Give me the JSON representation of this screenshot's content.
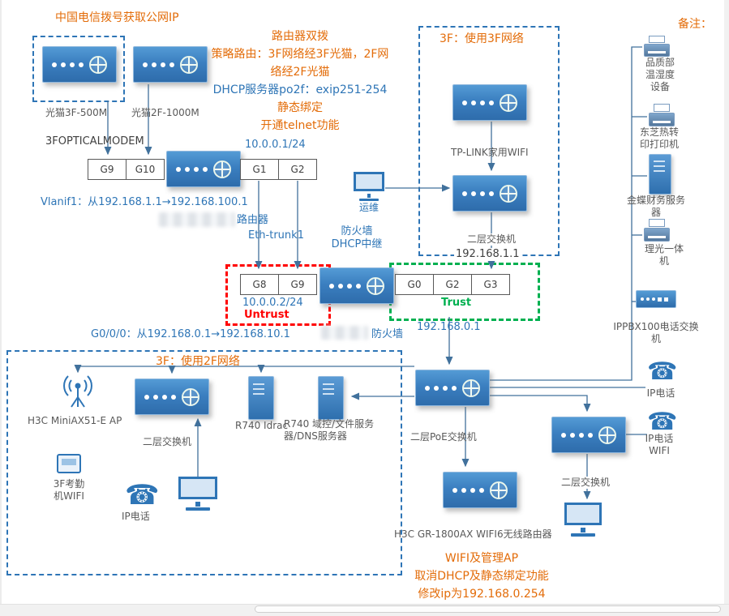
{
  "header": {
    "isp_note": "中国电信拨号获取公网IP",
    "remark": "备注："
  },
  "notes": {
    "router_notes": [
      "路由器双拨",
      "策略路由：3F网络经3F光猫，2F网络经2F光猫",
      "DHCP服务器po2f：exip251-254",
      "静态绑定",
      "开通telnet功能"
    ],
    "bottom_notes": [
      "WIFI及管理AP",
      "取消DHCP及静态绑定功能",
      "修改ip为192.168.0.254"
    ]
  },
  "modems": {
    "modem_3f": "光猫3F-500M",
    "modem_2f": "光猫2F-1000M",
    "optical": "3FOPTICALMODEM"
  },
  "router": {
    "wan_ip": "10.0.0.1/24",
    "vlanif_note": "Vlanif1：从192.168.1.1→192.168.100.1",
    "name": "路由器",
    "eth_trunk": "Eth-trunk1",
    "ports_left": [
      "G9",
      "G10"
    ],
    "ports_right": [
      "G1",
      "G2"
    ]
  },
  "firewall": {
    "note": "防火墙 DHCP中继",
    "untrust_ports": [
      "G8",
      "G9"
    ],
    "trust_ports": [
      "G0",
      "G2",
      "G3"
    ],
    "untrust_ip": "10.0.0.2/24",
    "untrust_label": "Untrust",
    "trust_label": "Trust",
    "trust_ip": "192.168.1.1",
    "g000_note": "G0/0/0：从192.168.0.1→192.168.10.1",
    "name": "防火墙",
    "lan_ip": "192.168.0.1"
  },
  "zone_3f": {
    "title": "3F：使用3F网络",
    "tplink": "TP-LINK家用WIFI",
    "switch": "二层交换机"
  },
  "ops": {
    "label": "运维"
  },
  "right_column": {
    "quality": "品质部温湿度设备",
    "toshiba": "东芝热转印打印机",
    "kingdee": "金蝶财务服务器",
    "ricoh": "理光一体机",
    "ippbx": "IPPBX100电话交换机",
    "ip_phone": "IP电话",
    "ip_phone_wifi": "IP电话WIFI"
  },
  "zone_2f": {
    "title": "3F：使用2F网络",
    "ap": "H3C MiniAX51-E AP",
    "switch": "二层交换机",
    "r740_idrac": "R740 Idrac",
    "r740_dc": "R740 域控/文件服务器/DNS服务器",
    "attendance": "3F考勤机WIFI",
    "ip_phone": "IP电话"
  },
  "core": {
    "poe_switch": "二层PoE交换机",
    "h3c_router": "H3C GR-1800AX WIFI6无线路由器",
    "switch_br": "二层交换机"
  }
}
